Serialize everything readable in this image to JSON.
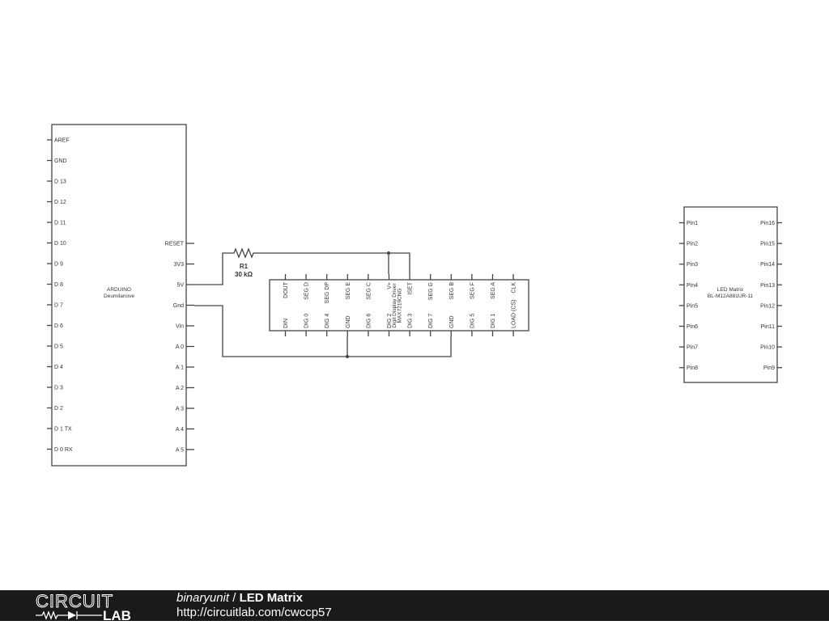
{
  "arduino": {
    "name": "ARDUINO",
    "model": "Deumilanove",
    "left_pins": [
      "AREF",
      "GND",
      "D 13",
      "D 12",
      "D 11",
      "D 10",
      "D 9",
      "D 8",
      "D 7",
      "D 6",
      "D 5",
      "D 4",
      "D 3",
      "D 2",
      "D 1 TX",
      "D 0 RX"
    ],
    "right_pins": [
      "RESET",
      "3V3",
      "5V",
      "Gnd",
      "Vin",
      "A 0",
      "A 1",
      "A 2",
      "A 3",
      "A 4",
      "A 5"
    ]
  },
  "resistor": {
    "ref": "R1",
    "value": "30 kΩ"
  },
  "driver": {
    "title_lines": [
      "Digit Display Driver",
      "MAX7219CNG"
    ],
    "top_pins": [
      "DOUT",
      "SEG D",
      "SEG DP",
      "SEG E",
      "SEG C",
      "V+",
      "ISET",
      "SEG G",
      "SEG B",
      "SEG F",
      "SEG A",
      "CLK"
    ],
    "bottom_pins": [
      "DIN",
      "DIG 0",
      "DIG 4",
      "GND",
      "DIG 6",
      "DIG 2",
      "DIG 3",
      "DIG 7",
      "GND",
      "DIG 5",
      "DIG 1",
      "LOAD (CS)"
    ]
  },
  "led_matrix": {
    "name": "LED Matrix",
    "part": "BL-M12A881UR-11",
    "left_pins": [
      "Pin1",
      "Pin2",
      "Pin3",
      "Pin4",
      "Pin5",
      "Pin6",
      "Pin7",
      "Pin8"
    ],
    "right_pins": [
      "Pin16",
      "Pin15",
      "Pin14",
      "Pin13",
      "Pin12",
      "Pin11",
      "Pin10",
      "Pin9"
    ]
  },
  "footer": {
    "logo_top": "CIRCUIT",
    "logo_bottom": "LAB",
    "author": "binaryunit",
    "separator": " / ",
    "title": "LED Matrix",
    "url": "http://circuitlab.com/cwccp57"
  }
}
